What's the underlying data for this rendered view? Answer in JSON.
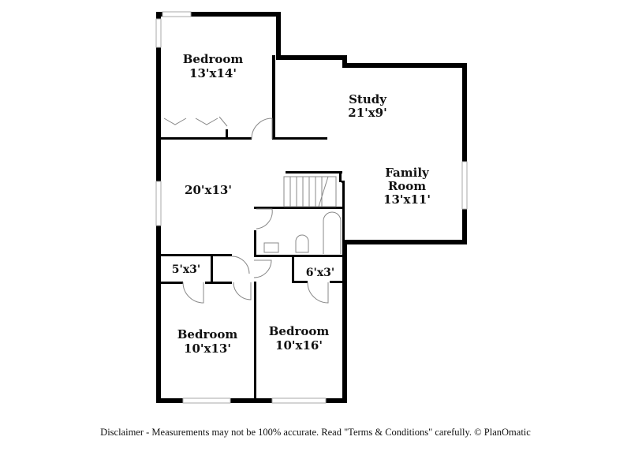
{
  "rooms": {
    "bedroom_top": {
      "name": "Bedroom",
      "size": "13'x14'"
    },
    "study": {
      "name": "Study",
      "size": "21'x9'"
    },
    "family_room": {
      "name_line1": "Family",
      "name_line2": "Room",
      "size": "13'x11'"
    },
    "hall": {
      "size": "20'x13'"
    },
    "closet_left": {
      "size": "5'x3'"
    },
    "closet_right": {
      "size": "6'x3'"
    },
    "bedroom_bottom_left": {
      "name": "Bedroom",
      "size": "10'x13'"
    },
    "bedroom_bottom_right": {
      "name": "Bedroom",
      "size": "10'x16'"
    }
  },
  "footer": {
    "disclaimer": "Disclaimer - Measurements may not be 100% accurate. Read \"Terms & Conditions\" carefully. © PlanOmatic"
  },
  "colors": {
    "wall": "#000000",
    "window": "#cccccc",
    "background": "#ffffff"
  }
}
